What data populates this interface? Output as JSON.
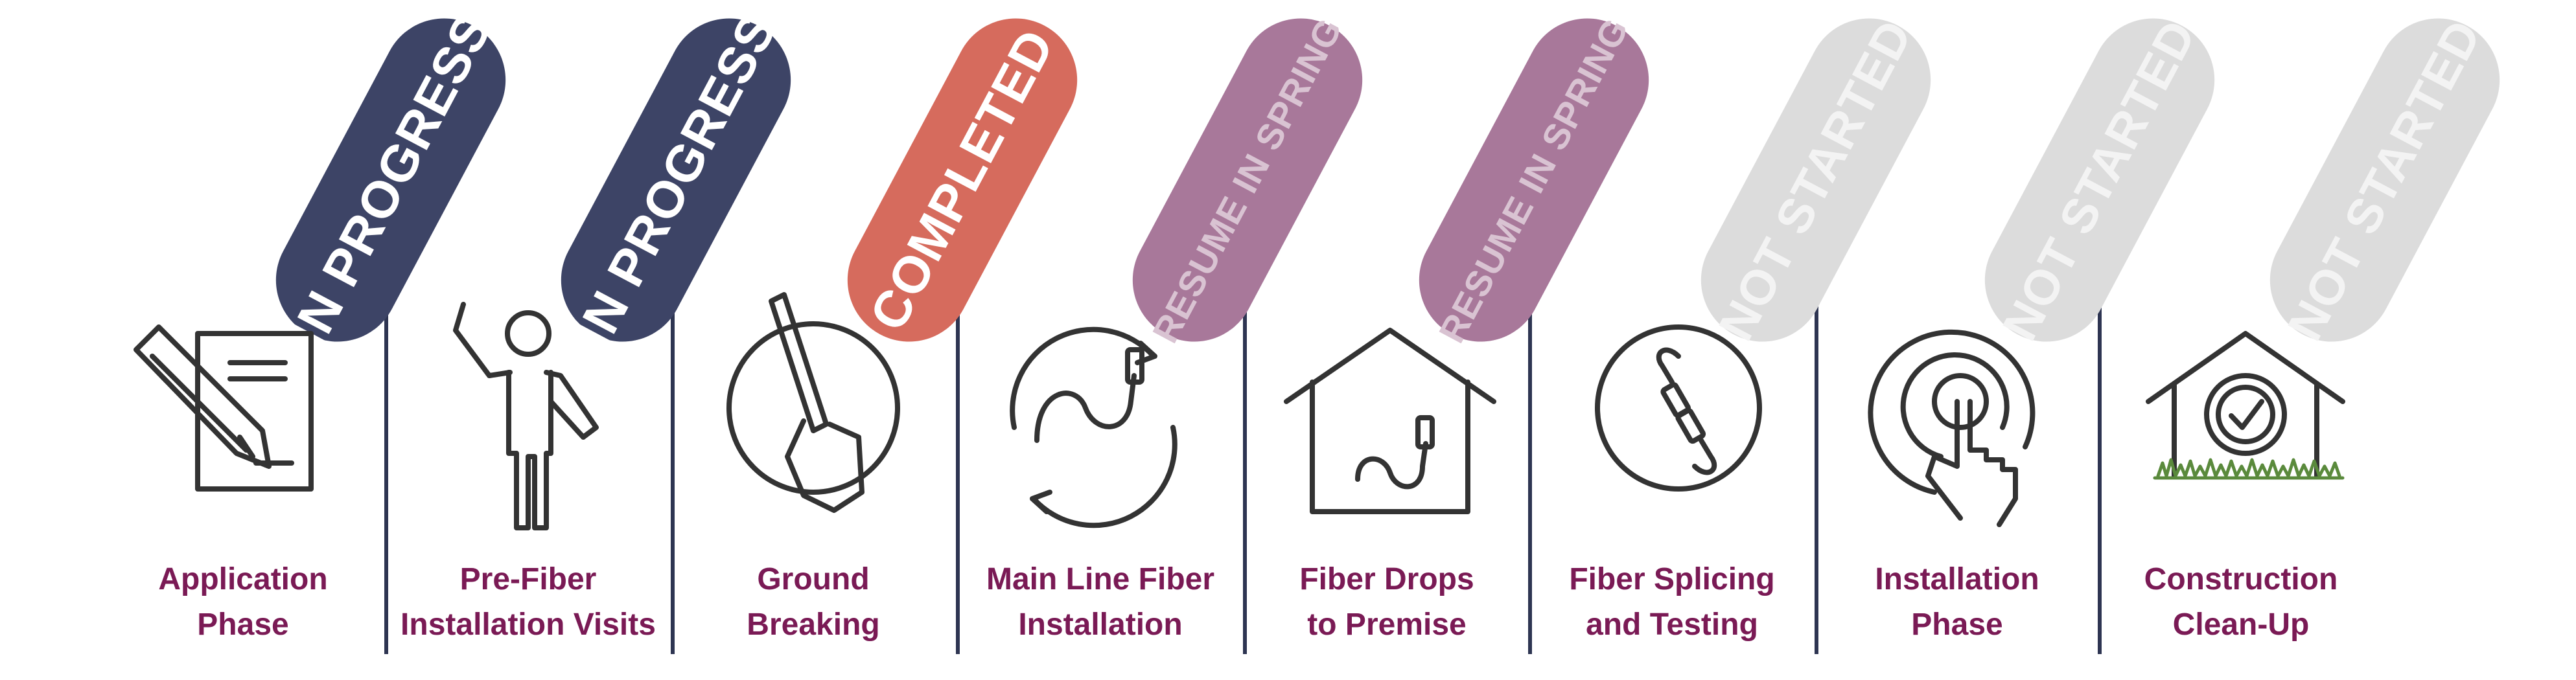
{
  "phases": [
    {
      "id": "application",
      "label_lines": [
        "Application",
        "Phase"
      ],
      "status": "IN PROGRESS",
      "status_color": "#3d4466",
      "icon": "pencil-document-icon"
    },
    {
      "id": "pre-fiber",
      "label_lines": [
        "Pre-Fiber",
        "Installation Visits"
      ],
      "status": "IN PROGRESS",
      "status_color": "#3d4466",
      "icon": "person-waving-icon"
    },
    {
      "id": "ground-breaking",
      "label_lines": [
        "Ground",
        "Breaking"
      ],
      "status": "COMPLETED",
      "status_color": "#d66b5d",
      "icon": "shovel-icon"
    },
    {
      "id": "main-line",
      "label_lines": [
        "Main Line Fiber",
        "Installation"
      ],
      "status": "RESUME IN SPRING",
      "status_color": "#a8789a",
      "icon": "cable-cycle-icon"
    },
    {
      "id": "fiber-drops",
      "label_lines": [
        "Fiber Drops",
        "to Premise"
      ],
      "status": "RESUME IN SPRING",
      "status_color": "#a8789a",
      "icon": "house-cable-icon"
    },
    {
      "id": "splicing",
      "label_lines": [
        "Fiber Splicing",
        "and Testing"
      ],
      "status": "NOT STARTED",
      "status_color": "#dcdcdc",
      "icon": "cable-splice-icon"
    },
    {
      "id": "installation",
      "label_lines": [
        "Installation",
        "Phase"
      ],
      "status": "NOT STARTED",
      "status_color": "#dcdcdc",
      "icon": "touch-target-icon"
    },
    {
      "id": "clean-up",
      "label_lines": [
        "Construction",
        "Clean-Up"
      ],
      "status": "NOT STARTED",
      "status_color": "#dcdcdc",
      "icon": "house-check-icon"
    }
  ],
  "colors": {
    "label_text": "#7a1a55",
    "divider": "#2e3552",
    "icon_stroke": "#333333",
    "grass": "#5a8a3c"
  }
}
